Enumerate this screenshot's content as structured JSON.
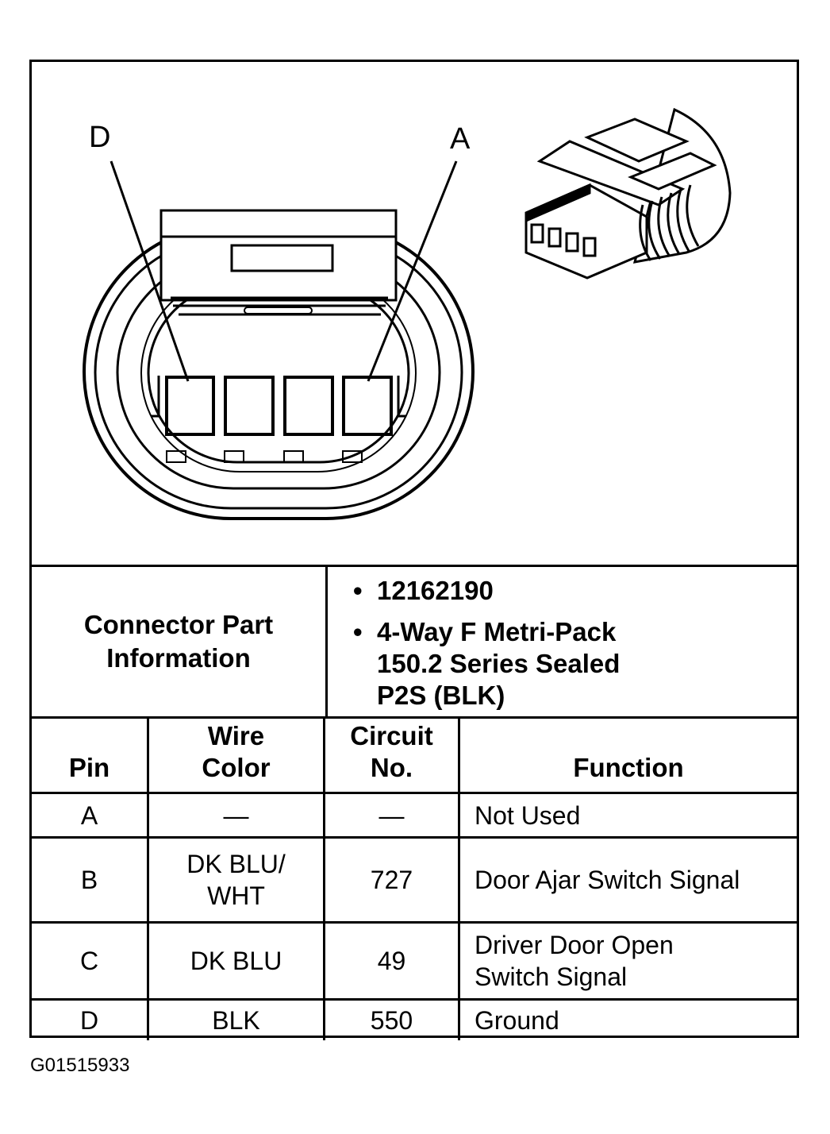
{
  "diagram": {
    "face_view": {
      "callouts": [
        {
          "label": "D",
          "points_to": "left cavity"
        },
        {
          "label": "A",
          "points_to": "right cavity"
        }
      ],
      "cavity_count": 4
    },
    "isometric_view": {
      "description": "4-way connector perspective drawing"
    }
  },
  "part_info": {
    "label": "Connector Part Information",
    "bullets": [
      "12162190",
      "4-Way F Metri-Pack 150.2 Series Sealed P2S (BLK)"
    ],
    "bullet_lines": [
      [
        "12162190"
      ],
      [
        "4-Way F Metri-Pack",
        "150.2 Series Sealed",
        "P2S (BLK)"
      ]
    ]
  },
  "table": {
    "headers": {
      "pin": "Pin",
      "wire_color_line1": "Wire",
      "wire_color_line2": "Color",
      "circuit_line1": "Circuit",
      "circuit_line2": "No.",
      "function": "Function"
    },
    "rows": [
      {
        "pin": "A",
        "wire_color": "—",
        "circuit": "—",
        "function": "Not Used"
      },
      {
        "pin": "B",
        "wire_color": "DK BLU/ WHT",
        "wire_color_line1": "DK BLU/",
        "wire_color_line2": "WHT",
        "circuit": "727",
        "function": "Door Ajar Switch Signal"
      },
      {
        "pin": "C",
        "wire_color": "DK BLU",
        "circuit": "49",
        "function": "Driver Door Open Switch Signal",
        "function_line1": "Driver Door Open",
        "function_line2": "Switch Signal"
      },
      {
        "pin": "D",
        "wire_color": "BLK",
        "circuit": "550",
        "function": "Ground"
      }
    ]
  },
  "footer": {
    "figure_code": "G01515933"
  },
  "colors": {
    "line": "#000000",
    "background": "#ffffff"
  }
}
